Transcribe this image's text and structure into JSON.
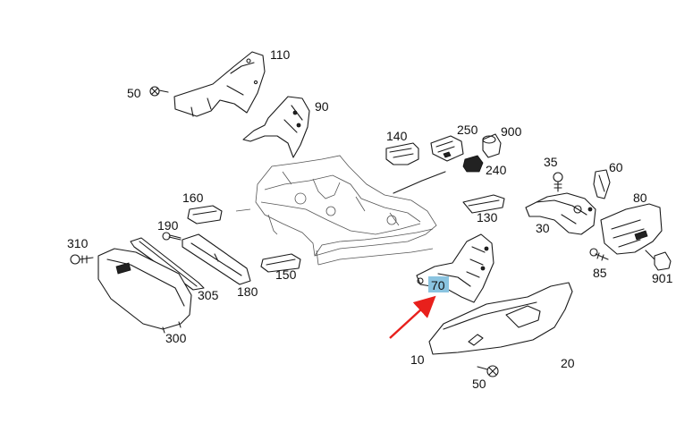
{
  "callouts": {
    "c110": "110",
    "c50_top": "50",
    "c90": "90",
    "c140": "140",
    "c250": "250",
    "c900": "900",
    "c240": "240",
    "c35": "35",
    "c60": "60",
    "c80": "80",
    "c30": "30",
    "c85": "85",
    "c901": "901",
    "c130": "130",
    "c160": "160",
    "c190": "190",
    "c310": "310",
    "c305": "305",
    "c180": "180",
    "c150": "150",
    "c300": "300",
    "c70": "70",
    "c10": "10",
    "c20": "20",
    "c50_bottom": "50"
  },
  "highlight": {
    "label": "70",
    "box_color": "#8ac4e0",
    "arrow_color": "#e8201c"
  }
}
